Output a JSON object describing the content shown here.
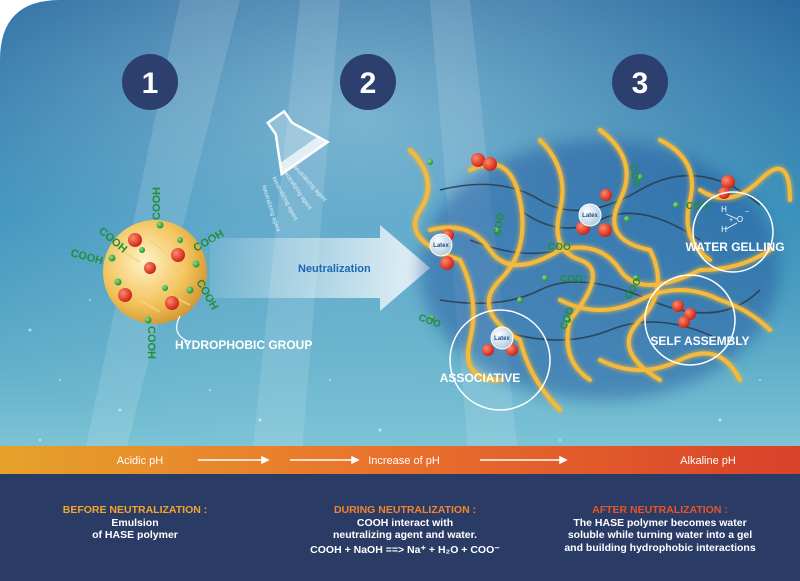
{
  "steps": [
    "1",
    "2",
    "3"
  ],
  "groups": {
    "cooh": "COOH",
    "coo": "COO",
    "coo_minus": "COO⁻"
  },
  "labels": {
    "hydrophobic_group": "HYDROPHOBIC GROUP",
    "neutralization": "Neutralization",
    "neutralizing_agent": "Neutralizing agent",
    "latex": "Latex",
    "water_gelling": "WATER GELLING",
    "self_assembly": "SELF ASSEMBLY",
    "associative": "ASSOCIATIVE",
    "water_molecule": [
      "H",
      "O",
      "H",
      "+",
      "−"
    ]
  },
  "ph_bar": {
    "left": "Acidic pH",
    "center": "Increase of pH",
    "right": "Alkaline pH"
  },
  "columns": [
    {
      "heading": "BEFORE NEUTRALIZATION :",
      "lines": [
        "Emulsion",
        "of HASE polymer"
      ]
    },
    {
      "heading": "DURING NEUTRALIZATION :",
      "lines": [
        "COOH interact with",
        "neutralizing agent and water."
      ],
      "equation": "COOH + NaOH ==> Na⁺ + H₂O + COO⁻"
    },
    {
      "heading": "AFTER NEUTRALIZATION :",
      "lines": [
        "The HASE polymer becomes water",
        "soluble while turning water into a gel",
        "and building hydrophobic interactions"
      ]
    }
  ],
  "colors": {
    "panel": "#2a3c66",
    "step_badge": "#2d3f6e",
    "ph_start": "#e8a12a",
    "ph_end": "#d8452a",
    "water_top": "#1f6fa6",
    "water_bottom": "#79c4d6"
  }
}
